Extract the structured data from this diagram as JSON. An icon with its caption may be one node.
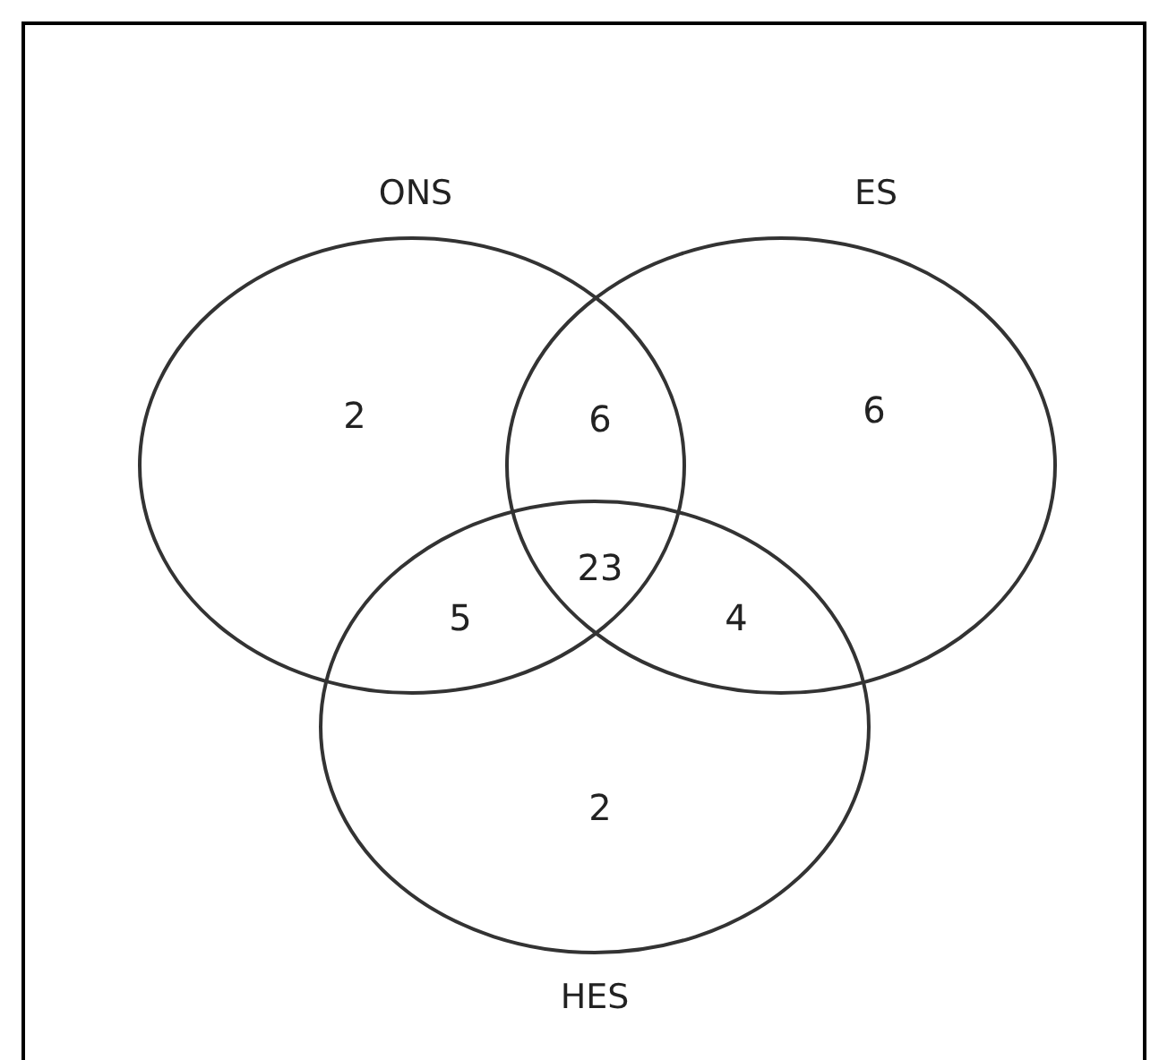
{
  "diagram": {
    "nodes": [
      {
        "text": [
          "ONS"
        ]
      },
      {
        "text": [
          "ES"
        ]
      },
      {
        "text": [
          "HES"
        ]
      }
    ],
    "labels": [
      "2",
      "6",
      "6",
      "23",
      "5",
      "4",
      "2"
    ]
  }
}
